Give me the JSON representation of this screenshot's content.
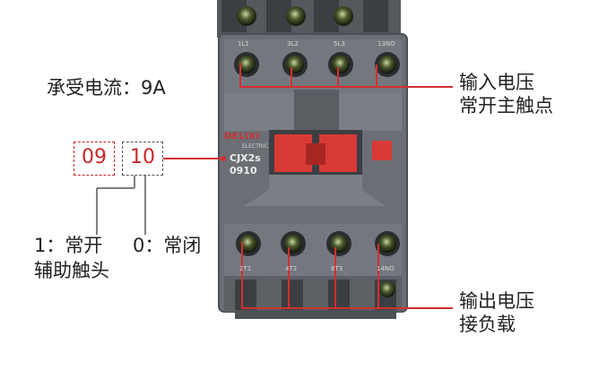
{
  "annotations": {
    "rated_current": "承受电流：9A",
    "code_first": "09",
    "code_second": "10",
    "aux_no_line1": "1：常开",
    "aux_no_line2": "辅助触头",
    "aux_nc": "0：常闭",
    "input_line1": "输入电压",
    "input_line2": "常开主触点",
    "output_line1": "输出电压",
    "output_line2": "接负载"
  },
  "device": {
    "brand": "DELIXI",
    "brand_sub": "ELECTRIC",
    "model": "CJX2s",
    "model_code": "0910",
    "top_terminals": [
      "1L1",
      "3L2",
      "5L3",
      "13NO"
    ],
    "bottom_terminals": [
      "2T1",
      "4T2",
      "6T3",
      "14NO"
    ]
  },
  "colors": {
    "accent_red": "#d32f2f",
    "body_gray": "#6b6f75",
    "actuator_red": "#d83a36"
  }
}
